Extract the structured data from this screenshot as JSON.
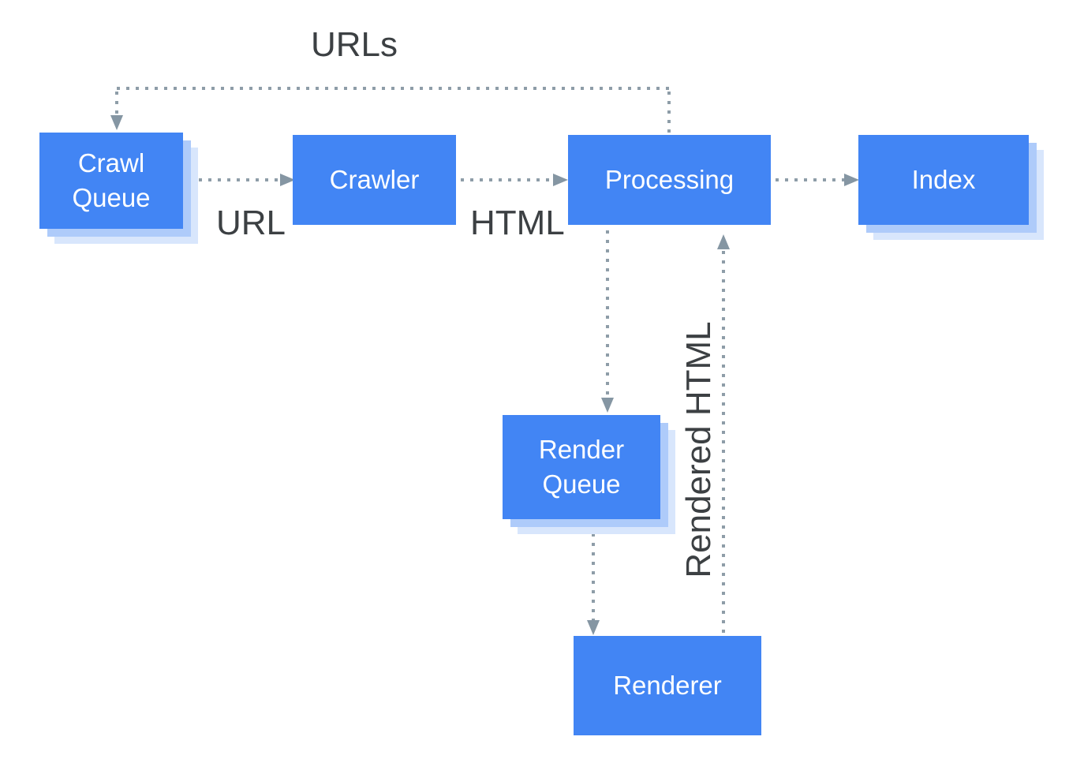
{
  "diagram": {
    "type": "flowchart",
    "description": "Crawl, render and index pipeline",
    "nodes": {
      "crawl_queue": {
        "label": "Crawl Queue",
        "shadowed": true
      },
      "crawler": {
        "label": "Crawler",
        "shadowed": false
      },
      "processing": {
        "label": "Processing",
        "shadowed": false
      },
      "index": {
        "label": "Index",
        "shadowed": true
      },
      "render_queue": {
        "label": "Render Queue",
        "shadowed": true
      },
      "renderer": {
        "label": "Renderer",
        "shadowed": false
      }
    },
    "edges": [
      {
        "from": "processing",
        "to": "crawl_queue",
        "label": "URLs",
        "style": "dotted"
      },
      {
        "from": "crawl_queue",
        "to": "crawler",
        "label": "URL",
        "style": "dotted"
      },
      {
        "from": "crawler",
        "to": "processing",
        "label": "HTML",
        "style": "dotted"
      },
      {
        "from": "processing",
        "to": "index",
        "label": "",
        "style": "dotted"
      },
      {
        "from": "processing",
        "to": "render_queue",
        "label": "",
        "style": "dotted"
      },
      {
        "from": "render_queue",
        "to": "renderer",
        "label": "",
        "style": "dotted"
      },
      {
        "from": "renderer",
        "to": "processing",
        "label": "Rendered HTML",
        "style": "dotted"
      }
    ],
    "colors": {
      "node_fill": "#4285F4",
      "node_text": "#FFFFFF",
      "shadow_inner": "#AECBFA",
      "shadow_outer": "#D8E6FC",
      "connector": "#8E9DA8",
      "arrowhead": "#8596A3",
      "label_text": "#3C4043",
      "background": "#FFFFFF"
    }
  }
}
